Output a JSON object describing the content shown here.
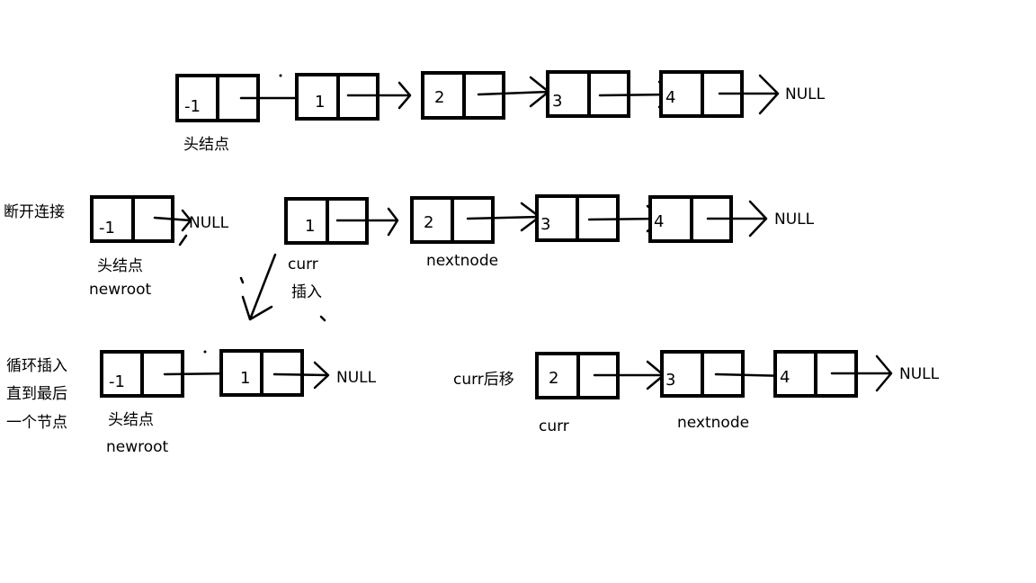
{
  "row1": {
    "nodes": [
      "-1",
      "1",
      "2",
      "3",
      "4"
    ],
    "null_label": "NULL",
    "head_label": "头结点"
  },
  "row2": {
    "side_label": "断开连接",
    "head_null": "NULL",
    "head_label": "头结点",
    "newroot_label": "newroot",
    "nodes": [
      "-1",
      "1",
      "2",
      "3",
      "4"
    ],
    "curr_label": "curr",
    "nextnode_label": "nextnode",
    "insert_label": "插入",
    "null_label": "NULL"
  },
  "row3": {
    "side_lines": [
      "循环插入",
      "直到最后",
      "一个节点"
    ],
    "nodes": [
      "-1",
      "1",
      "2",
      "3",
      "4"
    ],
    "head_label": "头结点",
    "newroot_label": "newroot",
    "null_left": "NULL",
    "move_label": "curr后移",
    "curr_label": "curr",
    "nextnode_label": "nextnode",
    "null_right": "NULL"
  }
}
